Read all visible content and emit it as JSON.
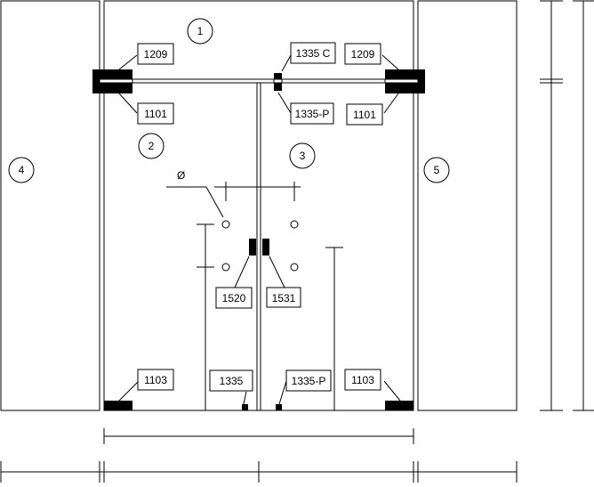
{
  "panels": [
    {
      "key": "top",
      "label": "1"
    },
    {
      "key": "left-door",
      "label": "2"
    },
    {
      "key": "right-door",
      "label": "3"
    },
    {
      "key": "left-side",
      "label": "4"
    },
    {
      "key": "right-side",
      "label": "5"
    }
  ],
  "callouts": {
    "top_patch_left": "1209",
    "top_patch_right": "1209",
    "pivot_top_left": "1101",
    "pivot_top_right": "1101",
    "strike_top_center": "1335 C",
    "strike_top_center_p": "1335-P",
    "lock_left": "1520",
    "lock_right": "1531",
    "bottom_patch_left": "1103",
    "bottom_patch_right": "1103",
    "bottom_bolt_left": "1335",
    "bottom_bolt_right": "1335-P"
  },
  "diameter_symbol": "Ø",
  "colors": {
    "line": "#000000",
    "fill": "#ffffff"
  }
}
